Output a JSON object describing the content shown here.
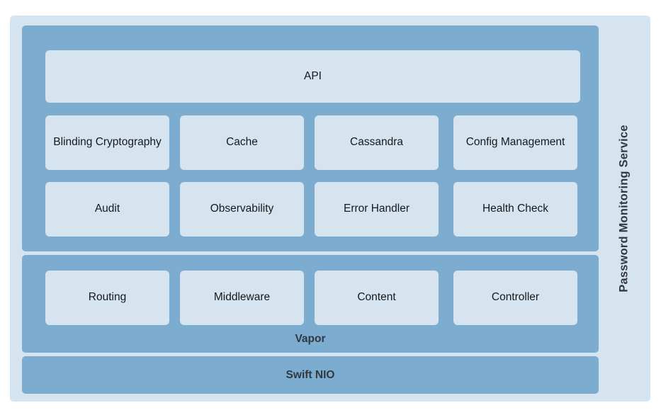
{
  "diagram": {
    "title": "Password Monitoring Service",
    "colors": {
      "page_background": "#ffffff",
      "panel_background": "#d6e4ef",
      "layer_background": "#7cacd0",
      "box_background": "#d6e4ef",
      "box_text": "#16191c",
      "layer_label_text": "#32383f"
    },
    "application_layer": {
      "api": {
        "label": "API"
      },
      "components": [
        {
          "label": "Blinding Cryptography",
          "row": 1,
          "col": 1
        },
        {
          "label": "Cache",
          "row": 1,
          "col": 2
        },
        {
          "label": "Cassandra",
          "row": 1,
          "col": 3
        },
        {
          "label": "Config Management",
          "row": 1,
          "col": 4
        },
        {
          "label": "Audit",
          "row": 2,
          "col": 1
        },
        {
          "label": "Observability",
          "row": 2,
          "col": 2
        },
        {
          "label": "Error Handler",
          "row": 2,
          "col": 3
        },
        {
          "label": "Health Check",
          "row": 2,
          "col": 4
        }
      ]
    },
    "vapor_layer": {
      "label": "Vapor",
      "components": [
        {
          "label": "Routing"
        },
        {
          "label": "Middleware"
        },
        {
          "label": "Content"
        },
        {
          "label": "Controller"
        }
      ]
    },
    "nio_layer": {
      "label": "Swift NIO"
    }
  }
}
